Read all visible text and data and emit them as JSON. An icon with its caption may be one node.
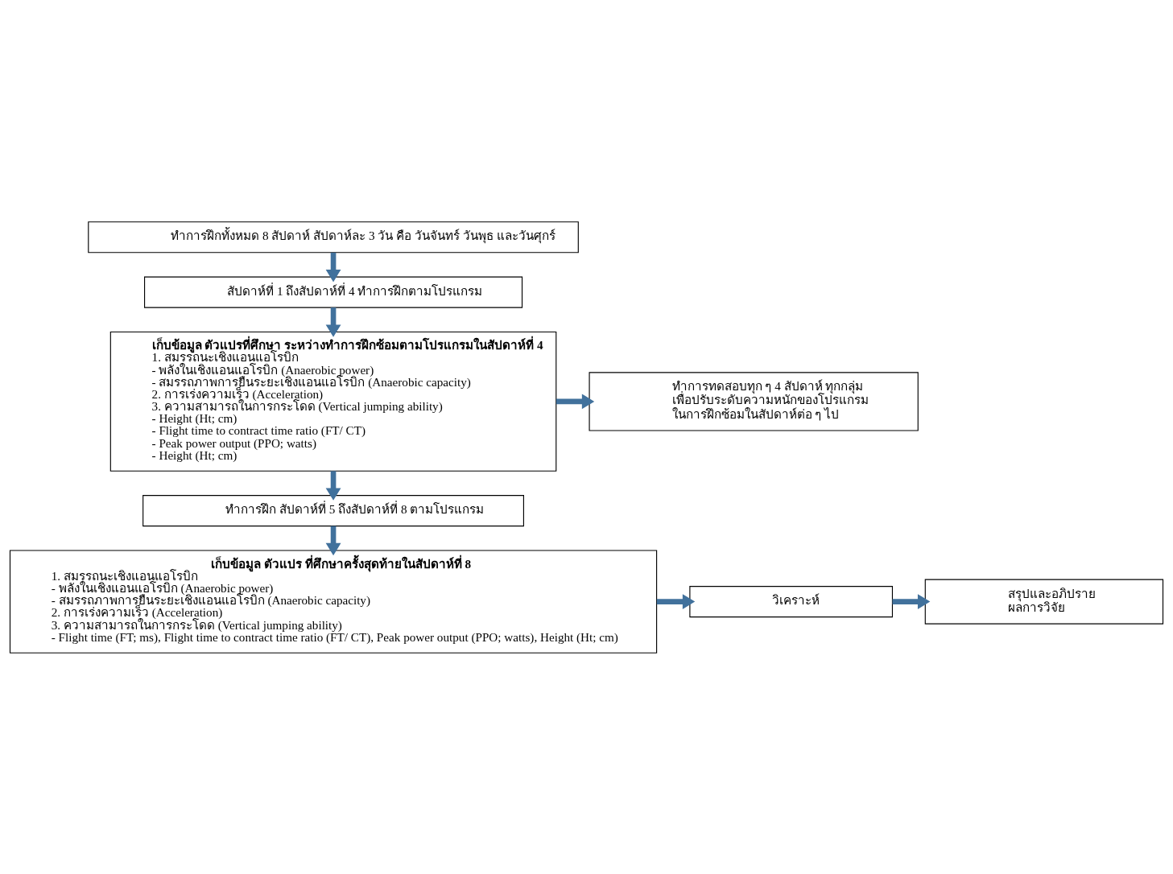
{
  "diagram": {
    "nodes": [
      {
        "text": [
          "ทำการฝึกทั้งหมด 8 สัปดาห์ สัปดาห์ละ 3 วัน คือ วันจันทร์ วันพุธ และวันศุกร์"
        ]
      },
      {
        "text": [
          "สัปดาห์ที่ 1 ถึงสัปดาห์ที่ 4 ทำการฝึกตามโปรแกรม"
        ]
      },
      {
        "text": [
          "เก็บข้อมูล ตัวแปรที่ศึกษา ระหว่างทำการฝึกซ้อมตามโปรแกรมในสัปดาห์ที่ 4",
          "1. สมรรถนะเชิงแอนแอโรบิก",
          "- พลังในเชิงแอนแอโรบิก (Anaerobic power)",
          "- สมรรถภาพการยืนระยะเชิงแอนแอโรบิก (Anaerobic capacity)",
          "2. การเร่งความเร็ว (Acceleration)",
          "3. ความสามารถในการกระโดด (Vertical jumping ability)",
          "- Height (Ht; cm)",
          "- Flight time to contract time ratio (FT/ CT)",
          "- Peak power output (PPO; watts)",
          "- Height (Ht; cm)"
        ]
      },
      {
        "text": [
          "ทำการทดสอบทุก ๆ 4 สัปดาห์ ทุกกลุ่ม เพื่อปรับระดับความหนักของโปรแกรม ในการฝึกซ้อมในสัปดาห์ต่อ ๆ ไป"
        ]
      },
      {
        "text": [
          "ทำการฝึก สัปดาห์ที่ 5 ถึงสัปดาห์ที่ 8 ตามโปรแกรม"
        ]
      },
      {
        "text": [
          "เก็บข้อมูล ตัวแปร ที่ศึกษาครั้งสุดท้ายในสัปดาห์ที่ 8",
          "1. สมรรถนะเชิงแอนแอโรบิก",
          "- พลังในเชิงแอนแอโรบิก (Anaerobic power)",
          "- สมรรถภาพการยืนระยะเชิงแอนแอโรบิก (Anaerobic capacity)",
          "2. การเร่งความเร็ว (Acceleration)",
          "3. ความสามารถในการกระโดด (Vertical jumping ability)",
          "- Flight time (FT; ms), Flight time to contract time ratio (FT/ CT), Peak power output (PPO; watts), Height (Ht; cm)"
        ]
      },
      {
        "text": [
          "วิเคราะห์"
        ]
      },
      {
        "text": [
          "สรุปและอภิปราย ผลการวิจัย"
        ]
      }
    ],
    "edges": [
      {
        "from": 0,
        "to": 1,
        "arrow": "to"
      },
      {
        "from": 1,
        "to": 2,
        "arrow": "to"
      },
      {
        "from": 2,
        "to": 3,
        "arrow": "to"
      },
      {
        "from": 2,
        "to": 4,
        "arrow": "to"
      },
      {
        "from": 4,
        "to": 5,
        "arrow": "to"
      },
      {
        "from": 5,
        "to": 6,
        "arrow": "to"
      },
      {
        "from": 6,
        "to": 7,
        "arrow": "to"
      }
    ]
  }
}
